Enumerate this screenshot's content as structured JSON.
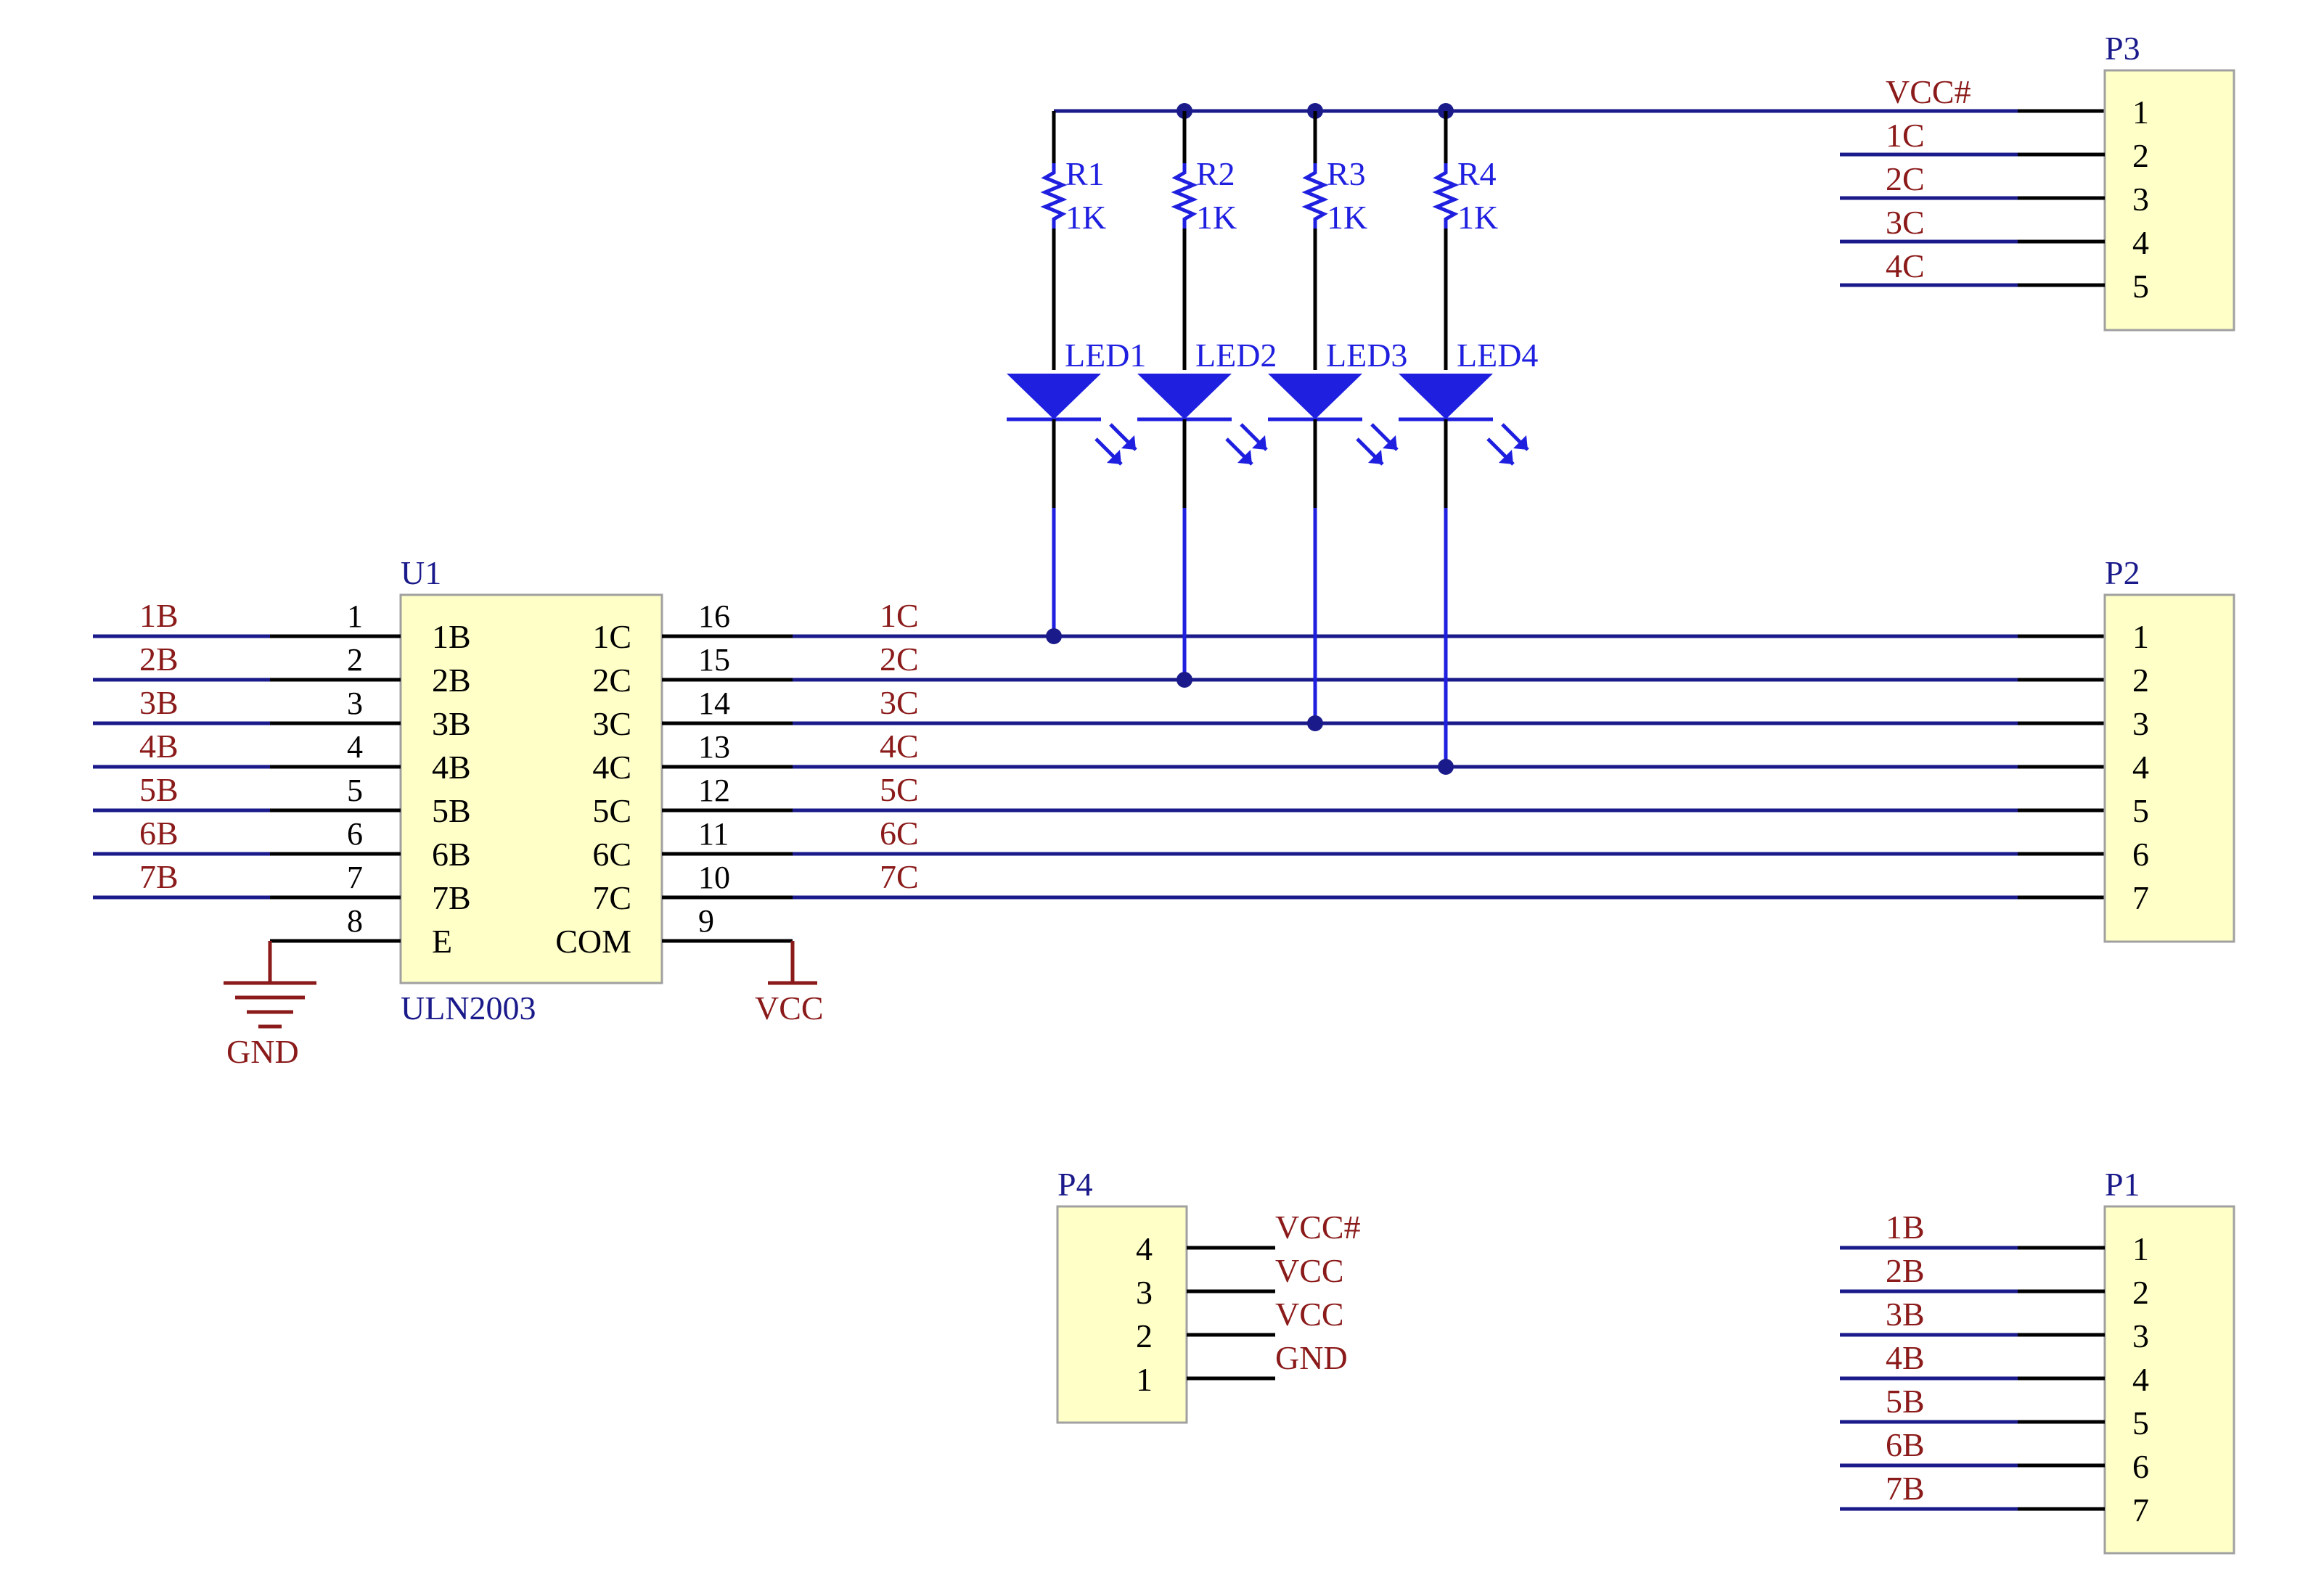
{
  "u1": {
    "designator": "U1",
    "part": "ULN2003",
    "inputs": [
      {
        "net": "1B",
        "pin": "1",
        "name": "1B"
      },
      {
        "net": "2B",
        "pin": "2",
        "name": "2B"
      },
      {
        "net": "3B",
        "pin": "3",
        "name": "3B"
      },
      {
        "net": "4B",
        "pin": "4",
        "name": "4B"
      },
      {
        "net": "5B",
        "pin": "5",
        "name": "5B"
      },
      {
        "net": "6B",
        "pin": "6",
        "name": "6B"
      },
      {
        "net": "7B",
        "pin": "7",
        "name": "7B"
      }
    ],
    "outputs": [
      {
        "net": "1C",
        "pin": "16",
        "name": "1C"
      },
      {
        "net": "2C",
        "pin": "15",
        "name": "2C"
      },
      {
        "net": "3C",
        "pin": "14",
        "name": "3C"
      },
      {
        "net": "4C",
        "pin": "13",
        "name": "4C"
      },
      {
        "net": "5C",
        "pin": "12",
        "name": "5C"
      },
      {
        "net": "6C",
        "pin": "11",
        "name": "6C"
      },
      {
        "net": "7C",
        "pin": "10",
        "name": "7C"
      }
    ],
    "e_pin": {
      "pin": "8",
      "name": "E"
    },
    "com_pin": {
      "pin": "9",
      "name": "COM"
    }
  },
  "power": {
    "gnd": "GND",
    "vcc": "VCC"
  },
  "resistors": [
    {
      "ref": "R1",
      "value": "1K"
    },
    {
      "ref": "R2",
      "value": "1K"
    },
    {
      "ref": "R3",
      "value": "1K"
    },
    {
      "ref": "R4",
      "value": "1K"
    }
  ],
  "leds": [
    "LED1",
    "LED2",
    "LED3",
    "LED4"
  ],
  "p3": {
    "designator": "P3",
    "pins": [
      {
        "num": "1",
        "net": "VCC#"
      },
      {
        "num": "2",
        "net": "1C"
      },
      {
        "num": "3",
        "net": "2C"
      },
      {
        "num": "4",
        "net": "3C"
      },
      {
        "num": "5",
        "net": "4C"
      }
    ]
  },
  "p2": {
    "designator": "P2",
    "pins": [
      "1",
      "2",
      "3",
      "4",
      "5",
      "6",
      "7"
    ]
  },
  "p4": {
    "designator": "P4",
    "pins": [
      {
        "num": "4",
        "net": "VCC#"
      },
      {
        "num": "3",
        "net": "VCC"
      },
      {
        "num": "2",
        "net": "VCC"
      },
      {
        "num": "1",
        "net": "GND"
      }
    ]
  },
  "p1": {
    "designator": "P1",
    "pins": [
      {
        "num": "1",
        "net": "1B"
      },
      {
        "num": "2",
        "net": "2B"
      },
      {
        "num": "3",
        "net": "3B"
      },
      {
        "num": "4",
        "net": "4B"
      },
      {
        "num": "5",
        "net": "5B"
      },
      {
        "num": "6",
        "net": "6B"
      },
      {
        "num": "7",
        "net": "7B"
      }
    ]
  },
  "colors": {
    "wire": "#1a1a8b",
    "net_label": "#8b1a1a",
    "led": "#1f1fe0",
    "component_fill": "#ffffc8"
  }
}
